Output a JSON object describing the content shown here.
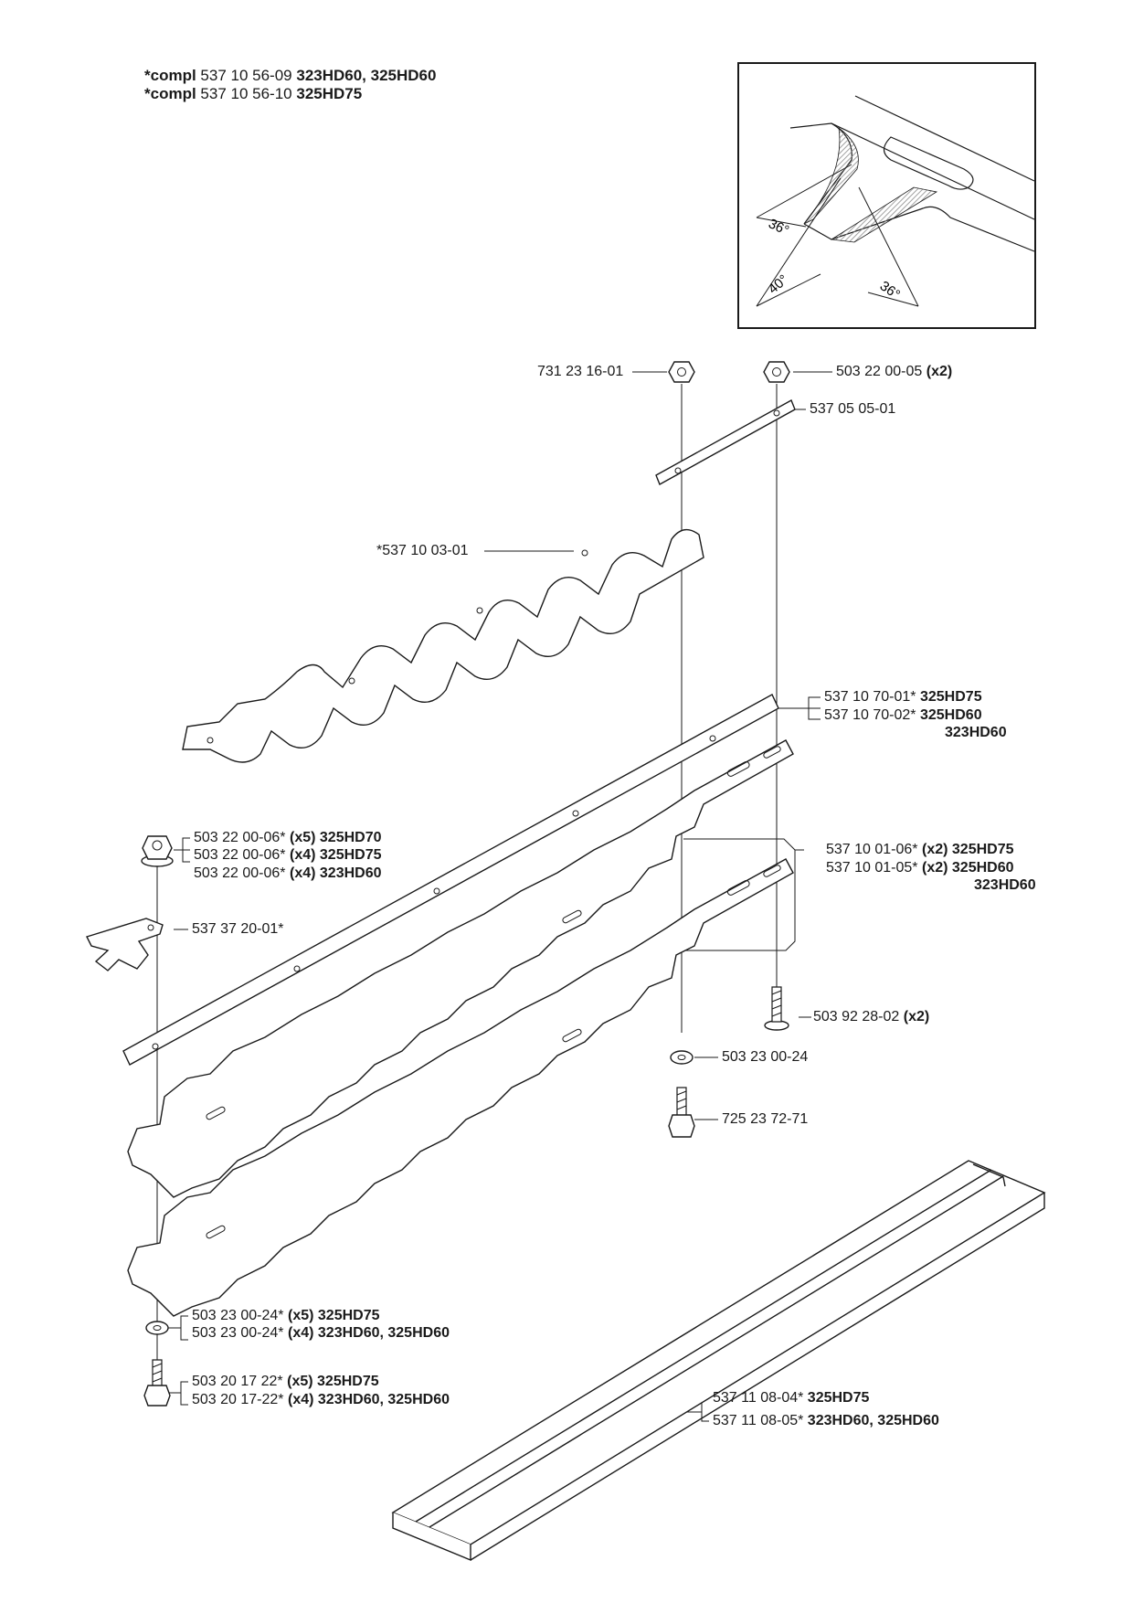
{
  "header": {
    "line1": {
      "prefix": "*compl",
      "part": "537 10 56-09",
      "models": "323HD60, 325HD60"
    },
    "line2": {
      "prefix": "*compl",
      "part": "537 10 56-10",
      "models": "325HD75"
    }
  },
  "detail": {
    "angle1": "36°",
    "angle2": "40°",
    "angle3": "36°"
  },
  "callouts": {
    "c01": {
      "part": "731 23 16-01"
    },
    "c02": {
      "part": "503 22 00-05",
      "qty": "(x2)"
    },
    "c03": {
      "part": "537 05 05-01"
    },
    "c04": {
      "part": "*537 10 03-01"
    },
    "c05a": {
      "part": "537 10 70-01*",
      "models": "325HD75"
    },
    "c05b": {
      "part": "537 10 70-02*",
      "models": "325HD60"
    },
    "c05c": {
      "models": "323HD60"
    },
    "c06a": {
      "part": "503 22 00-06*",
      "qty": "(x5)",
      "models": "325HD70"
    },
    "c06b": {
      "part": "503 22 00-06*",
      "qty": "(x4)",
      "models": "325HD75"
    },
    "c06c": {
      "part": "503 22 00-06*",
      "qty": "(x4)",
      "models": "323HD60"
    },
    "c07a": {
      "part": "537 10 01-06*",
      "qty": "(x2)",
      "models": "325HD75"
    },
    "c07b": {
      "part": "537 10 01-05*",
      "qty": "(x2)",
      "models": "325HD60"
    },
    "c07c": {
      "models": "323HD60"
    },
    "c08": {
      "part": "537 37 20-01*"
    },
    "c09": {
      "part": "503 92 28-02",
      "qty": "(x2)"
    },
    "c10": {
      "part": "503 23 00-24"
    },
    "c11": {
      "part": "725 23 72-71"
    },
    "c12a": {
      "part": "503 23 00-24*",
      "qty": "(x5)",
      "models": "325HD75"
    },
    "c12b": {
      "part": "503 23 00-24*",
      "qty": "(x4)",
      "models": "323HD60, 325HD60"
    },
    "c13a": {
      "part": "503 20 17 22*",
      "qty": "(x5)",
      "models": "325HD75"
    },
    "c13b": {
      "part": "503 20 17-22*",
      "qty": "(x4)",
      "models": "323HD60, 325HD60"
    },
    "c14a": {
      "part": "537 11 08-04*",
      "models": "325HD75"
    },
    "c14b": {
      "part": "537 11 08-05*",
      "models": "323HD60, 325HD60"
    }
  },
  "colors": {
    "line": "#1a1a1a",
    "background": "#ffffff",
    "hatch": "#8a8a8a"
  }
}
